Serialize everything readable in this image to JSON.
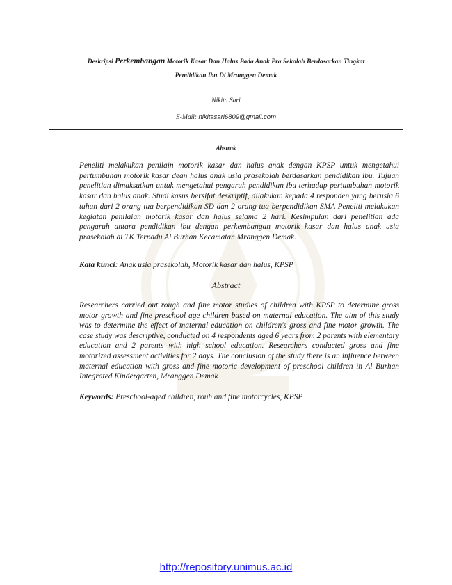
{
  "title": {
    "part1": "Deskripsi ",
    "part2": "Perkembangan",
    "part3": " Motorik Kasar Dan Halus Pada Anak Pra Sekolah Berdasarkan Tingkat",
    "line2": "Pendidikan Ibu Di  Mranggen Demak"
  },
  "author": "Nikita Sari",
  "email": {
    "label": "E-Mail:",
    "address": "nikitasari6809@gmail.com"
  },
  "abstrak": {
    "heading": "Abstrak",
    "body": "Peneliti melakukan penilain motorik kasar dan halus anak dengan KPSP untuk mengetahui pertumbuhan motorik kasar dean halus anak usia prasekolah berdasarkan pendidikan ibu. Tujuan penelitian dimaksutkan untuk mengetahui pengaruh pendidikan ibu terhadap pertumbuhan motorik kasar dan halus anak. Studi kasus bersifat deskriptif, dilakukan kepada 4 responden yang berusia 6 tahun dari 2 orang tua berpendidikan SD dan 2 orang tua berpendidikan SMA Peneliti melakukan kegiatan penilaian motorik kasar dan halus  selama 2 hari. Kesimpulan dari penelitian ada pengaruh antara pendidikan ibu dengan perkembangan motorik kasar dan halus  anak usia prasekolah di TK Terpadu Al Burhan Kecamatan Mranggen Demak.",
    "keywords_label": "Kata kunci",
    "keywords": ": Anak usia prasekolah, Motorik kasar dan halus, KPSP"
  },
  "abstract": {
    "heading": "Abstract",
    "body": "Researchers carried out rough and fine motor studies of children with KPSP to determine gross motor growth and fine preschool age children based on maternal education. The aim of this study was to determine the effect of maternal education on children's gross and fine motor growth. The case study was descriptive, conducted on 4 respondents aged 6 years from 2 parents with elementary education and 2 parents with high school education. Researchers conducted gross and fine motorized assessment activities for 2 days. The conclusion of the study there is an influence between maternal education with gross and fine motoric development of preschool children in Al Burhan Integrated Kindergarten, Mranggen Demak",
    "keywords_label": "Keywords:",
    "keywords": " Preschool-aged children, rouh and fine motorcycles, KPSP"
  },
  "footer": {
    "link": "http://repository.unimus.ac.id"
  },
  "colors": {
    "link": "#1a1aee",
    "text": "#1a1a1a"
  }
}
